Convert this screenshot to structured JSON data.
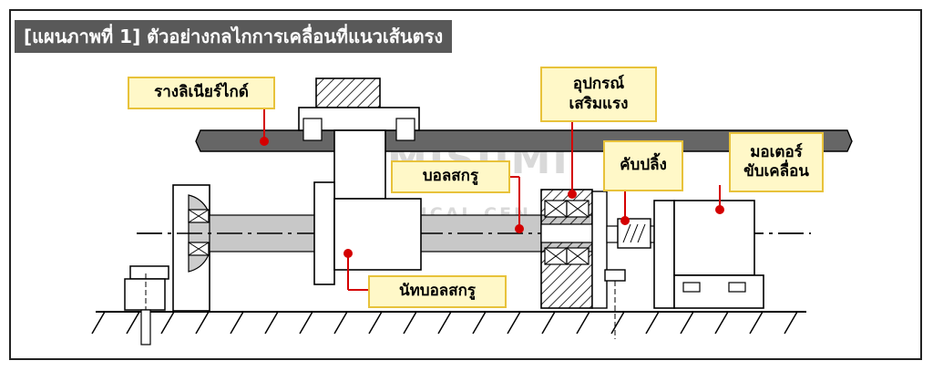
{
  "title": "[แผนภาพที่ 1] ตัวอย่างกลไกการเคลื่อนที่แนวเส้นตรง",
  "watermark": {
    "main": "MISUMI",
    "sub": "TECHNICAL CEN"
  },
  "labels": {
    "linear_guide": "รางลิเนียร์ไกด์",
    "support_line1": "อุปกรณ์",
    "support_line2": "เสริมแรง",
    "ball_screw": "บอลสกรู",
    "coupling": "คับปลิ้ง",
    "motor_line1": "มอเตอร์",
    "motor_line2": "ขับเคลื่อน",
    "ball_screw_nut": "นัทบอลสกรู"
  },
  "colors": {
    "title_bg": "#595959",
    "callout_bg": "#fff8c8",
    "callout_border": "#e8c23a",
    "leader": "#d40000",
    "rail": "#666666"
  }
}
